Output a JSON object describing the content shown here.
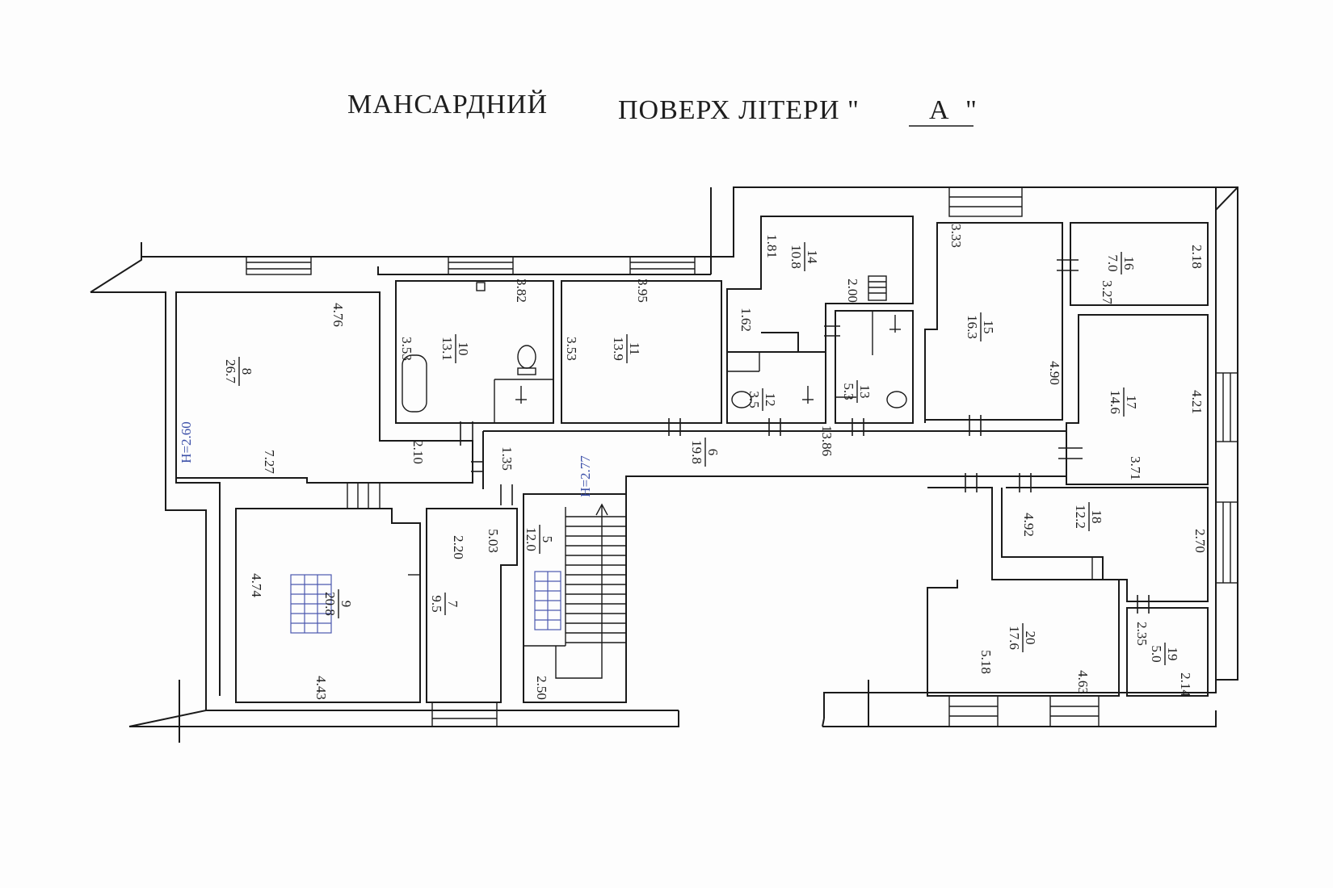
{
  "title": {
    "line1": "МАНСАРДНИЙ",
    "line2": "ПОВЕРХ ЛІТЕРИ \"",
    "letter": "А",
    "close": "\""
  },
  "rooms": [
    {
      "id": "r8",
      "number": "8",
      "area": "26.7"
    },
    {
      "id": "r10",
      "number": "10",
      "area": "13.1"
    },
    {
      "id": "r11",
      "number": "11",
      "area": "13.9"
    },
    {
      "id": "r14",
      "number": "14",
      "area": "10.8"
    },
    {
      "id": "r12",
      "number": "12",
      "area": "3.5"
    },
    {
      "id": "r13",
      "number": "13",
      "area": "5.3"
    },
    {
      "id": "r15",
      "number": "15",
      "area": "16.3"
    },
    {
      "id": "r16",
      "number": "16",
      "area": "7.0"
    },
    {
      "id": "r17",
      "number": "17",
      "area": "14.6"
    },
    {
      "id": "r6",
      "number": "6",
      "area": "19.8"
    },
    {
      "id": "r9",
      "number": "9",
      "area": "20.8"
    },
    {
      "id": "r7",
      "number": "7",
      "area": "9.5"
    },
    {
      "id": "r5",
      "number": "5",
      "area": "12.0"
    },
    {
      "id": "r18",
      "number": "18",
      "area": "12.2"
    },
    {
      "id": "r20",
      "number": "20",
      "area": "17.6"
    },
    {
      "id": "r19",
      "number": "19",
      "area": "5.0"
    }
  ],
  "dimensions": [
    "4.76",
    "7.27",
    "2.10",
    "1.35",
    "3.53",
    "3.82",
    "3.53",
    "3.95",
    "1.81",
    "2.00",
    "1.62",
    "3.33",
    "4.90",
    "13.86",
    "2.18",
    "3.27",
    "4.21",
    "3.71",
    "4.92",
    "2.70",
    "2.35",
    "2.14",
    "4.63",
    "5.18",
    "4.74",
    "4.43",
    "2.20",
    "5.03",
    "2.50"
  ],
  "heights": [
    "H=2.60",
    "H=2.77"
  ],
  "colors": {
    "ink": "#1a1a1a",
    "blue": "#3b4fa8",
    "paper": "#fdfdfd"
  }
}
